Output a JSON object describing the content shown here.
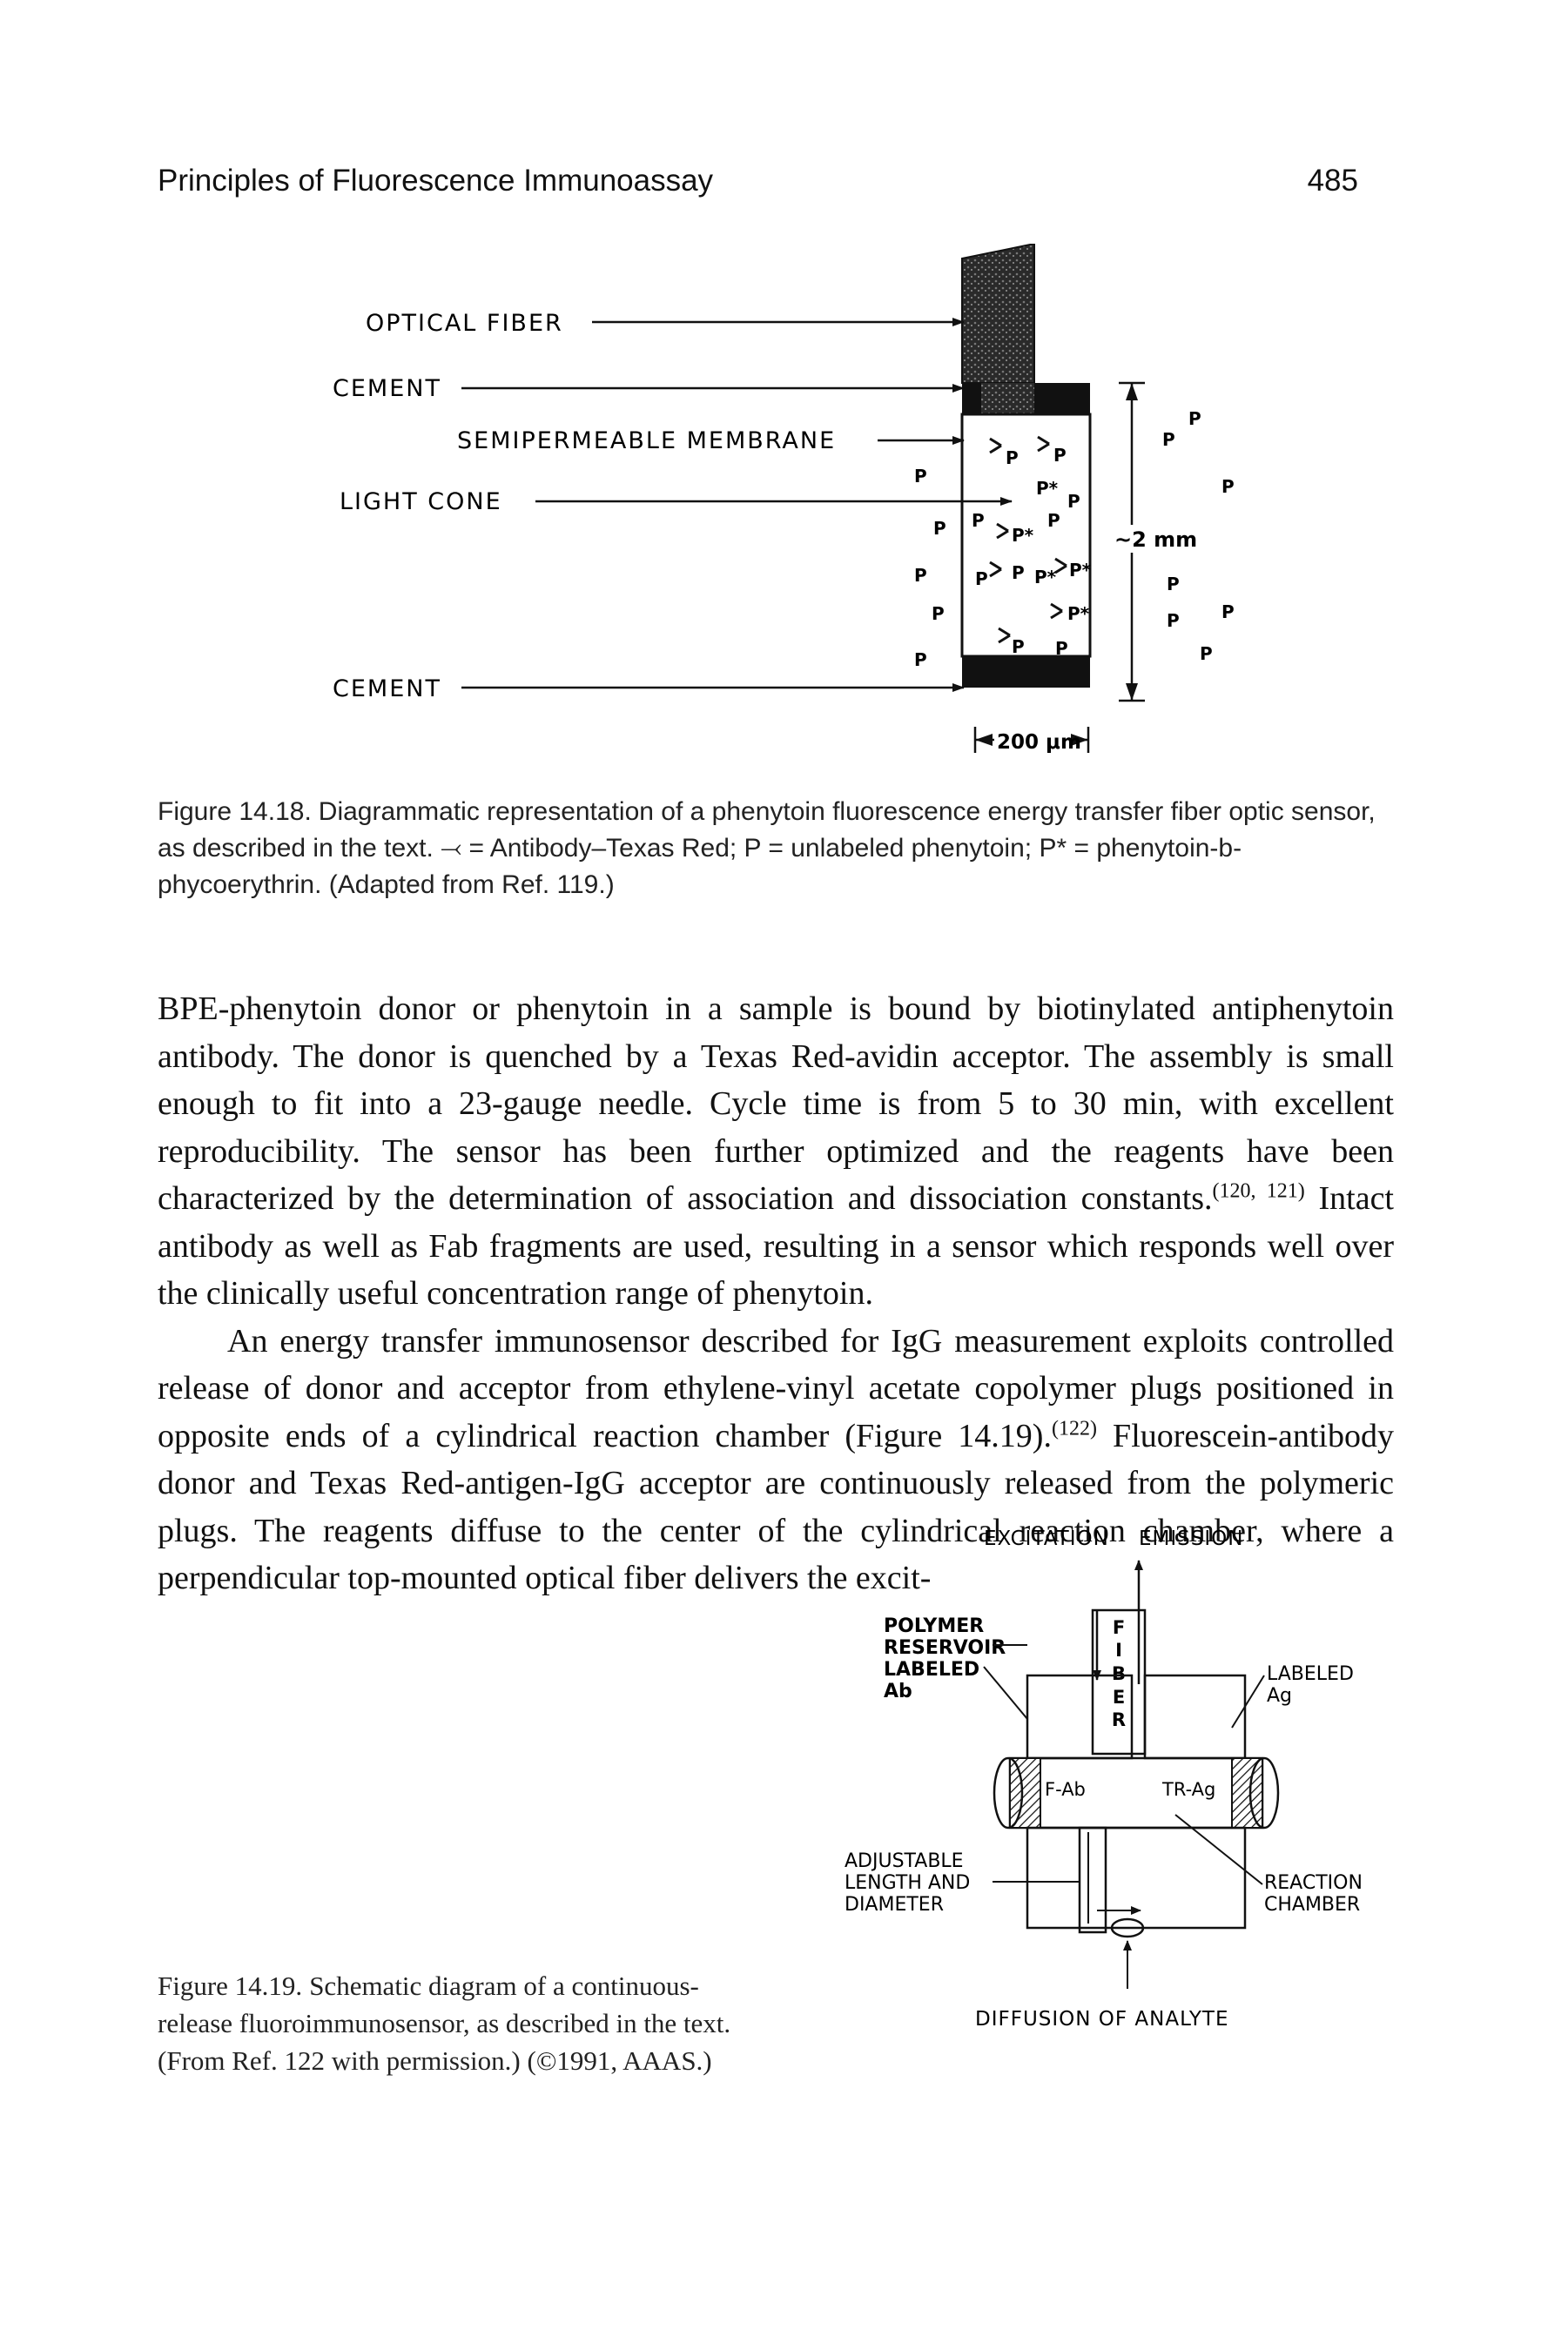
{
  "header": {
    "running_title": "Principles of Fluorescence Immunoassay",
    "page_number": "485"
  },
  "figure_14_18": {
    "labels": {
      "optical_fiber": "OPTICAL FIBER",
      "cement_top": "CEMENT",
      "semipermeable_membrane": "SEMIPERMEABLE MEMBRANE",
      "light_cone": "LIGHT CONE",
      "cement_bottom": "CEMENT",
      "height_dim": "~2 mm",
      "width_dim": "200 μm"
    },
    "molecule_labels": {
      "p": "P",
      "p_star": "P*"
    },
    "caption": {
      "label": "Figure 14.18.",
      "text": "Diagrammatic representation of a phenytoin fluorescence energy transfer fiber optic sensor, as described in the text. ⤙ = Antibody–Texas Red; P = unlabeled phenytoin; P* = phenytoin-b-phycoerythrin. (Adapted from Ref. 119.)"
    }
  },
  "body": {
    "para1_a": "BPE-phenytoin donor or phenytoin in a sample is bound by biotinylated antiphenytoin antibody. The donor is quenched by a Texas Red-avidin acceptor. The assembly is small enough to fit into a 23-gauge needle. Cycle time is from 5 to 30 min, with excellent reproducibility. The sensor has been further optimized and the reagents have been characterized by the determination of association and dissociation constants.",
    "para1_ref": "(120, 121)",
    "para1_b": " Intact antibody as well as Fab fragments are used, resulting in a sensor which responds well over the clinically useful concentration range of phenytoin.",
    "para2_a": "An energy transfer immunosensor described for IgG measurement exploits controlled release of donor and acceptor from ethylene-vinyl acetate copolymer plugs positioned in opposite ends of a cylindrical reaction chamber (Figure 14.19).",
    "para2_ref": "(122)",
    "para2_b": " Fluorescein-antibody donor and Texas Red-antigen-IgG acceptor are continuously released from the polymeric plugs. The reagents diffuse to the center of the cylindrical reaction chamber, where a perpendicular top-mounted optical fiber delivers the excit-"
  },
  "figure_14_19": {
    "labels": {
      "excitation": "EXCITATION",
      "emission": "EMISSION",
      "polymer": "POLYMER",
      "reservoir": "RESERVOIR",
      "labeled": "LABELED",
      "ab": "Ab",
      "labeled_right": "LABELED",
      "ag": "Ag",
      "fiber_f": "F",
      "fiber_i": "I",
      "fiber_b": "B",
      "fiber_e": "E",
      "fiber_r": "R",
      "f_ab": "F-Ab",
      "tr_ag": "TR-Ag",
      "adjustable": "ADJUSTABLE",
      "length_and": "LENGTH AND",
      "diameter": "DIAMETER",
      "reaction": "REACTION",
      "chamber": "CHAMBER",
      "diffusion": "DIFFUSION OF ANALYTE"
    },
    "caption": {
      "label": "Figure 14.19.",
      "text": "Schematic diagram of a continuous-release fluoroimmunosensor, as described in the text. (From Ref. 122 with permission.) (©1991, AAAS.)"
    }
  }
}
